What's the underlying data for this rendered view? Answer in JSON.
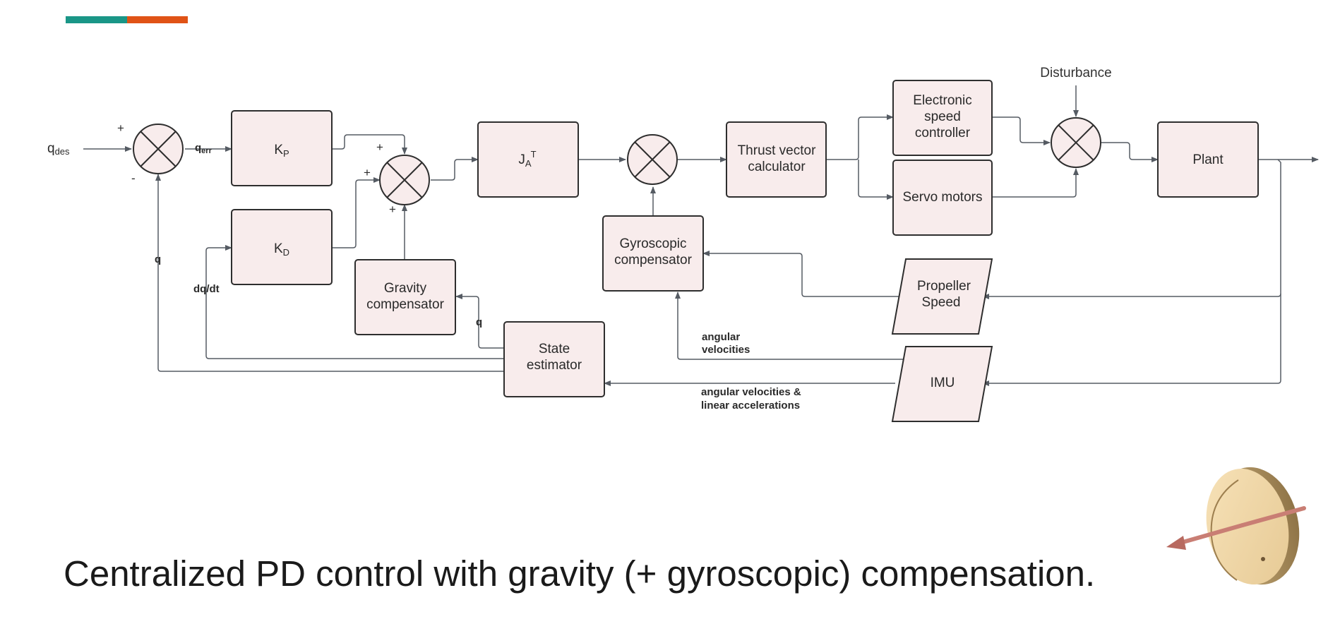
{
  "accent_colors": {
    "teal": "#1a9687",
    "orange": "#e05316",
    "block_fill": "#f8ecec",
    "wire": "#555b63"
  },
  "slide": {
    "title": "Centralized PD control with gravity (+ gyroscopic) compensation."
  },
  "diagram": {
    "input": {
      "main": "q",
      "sub": "des"
    },
    "error_signal": {
      "main": "q",
      "sub": "err"
    },
    "kp": {
      "main": "K",
      "sub": "P"
    },
    "kd": {
      "main": "K",
      "sub": "D"
    },
    "jacobian": {
      "main": "J",
      "sub": "A",
      "sup": "T"
    },
    "gravity": {
      "line1": "Gravity",
      "line2": "compensator"
    },
    "gyro": {
      "line1": "Gyroscopic",
      "line2": "compensator"
    },
    "thrust": {
      "line1": "Thrust vector",
      "line2": "calculator"
    },
    "esc": {
      "line1": "Electronic",
      "line2": "speed",
      "line3": "controller"
    },
    "servo": {
      "label": "Servo motors"
    },
    "disturbance": "Disturbance",
    "plant": "Plant",
    "propeller": {
      "line1": "Propeller",
      "line2": "Speed"
    },
    "imu": "IMU",
    "state": {
      "line1": "State",
      "line2": "estimator"
    },
    "signals": {
      "q_feedback": "q",
      "dq_dt": "dq/dt",
      "q_gravity": "q",
      "angular_velocities": {
        "line1": "angular",
        "line2": "velocities"
      },
      "imu_outputs": {
        "line1": "angular velocities &",
        "line2": "linear accelerations"
      }
    },
    "signs": {
      "plus": "+",
      "minus": "-"
    }
  },
  "illustration": {
    "icon": "flywheel-with-spin-axis-arrow"
  }
}
